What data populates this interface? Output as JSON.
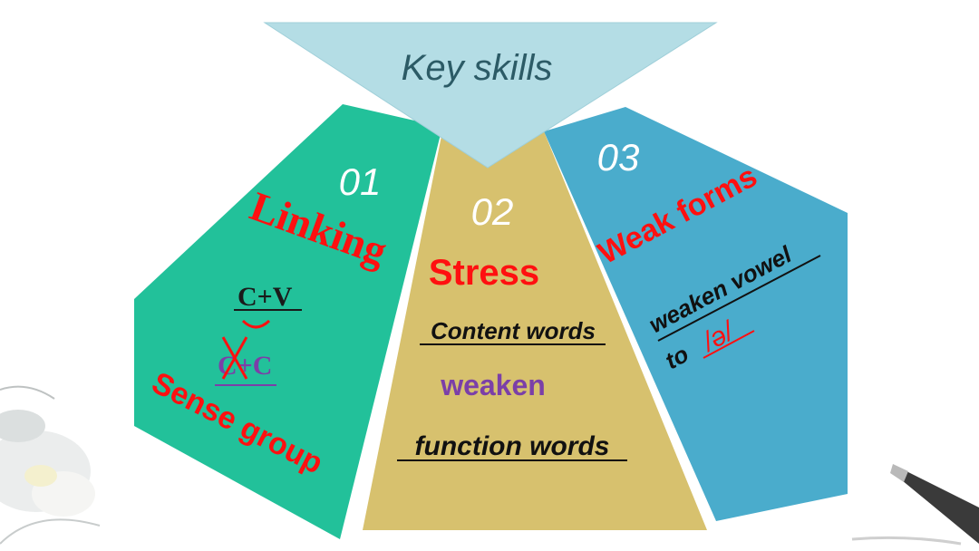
{
  "title": "Key skills",
  "colors": {
    "left_panel": "#22c19a",
    "middle_panel": "#d7c16e",
    "right_panel": "#4aaccc",
    "top_triangle": "#b4dde5",
    "accent_red": "#ff1010",
    "accent_purple": "#7b3fa8"
  },
  "sections": [
    {
      "number": "01",
      "heading": "Linking",
      "items": [
        "C+V",
        "C+C",
        "Sense group"
      ]
    },
    {
      "number": "02",
      "heading": "Stress",
      "items": [
        "Content words",
        "weaken",
        "function words"
      ]
    },
    {
      "number": "03",
      "heading": "Weak forms",
      "items": [
        "weaken vowel",
        "to",
        "/ə/"
      ]
    }
  ]
}
